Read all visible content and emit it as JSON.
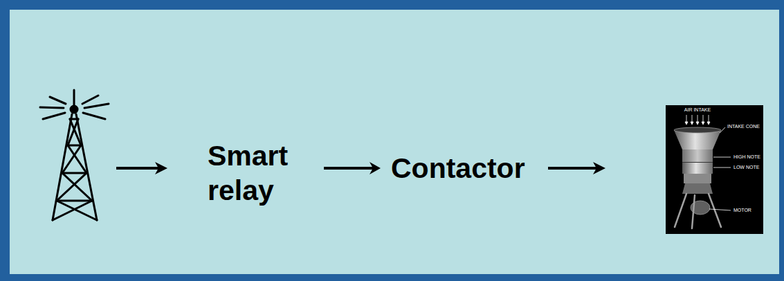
{
  "diagram": {
    "nodes": [
      {
        "text": [
          "Smart relay"
        ]
      },
      {
        "text": [
          "Contactor"
        ]
      }
    ],
    "edges": [
      {
        "from": 0,
        "to": 1,
        "arrow": "to"
      }
    ],
    "labels": [
      "AIR INTAKE",
      "INTAKE CONE",
      "HIGH NOTE",
      "LOW NOTE",
      "MOTOR"
    ]
  }
}
